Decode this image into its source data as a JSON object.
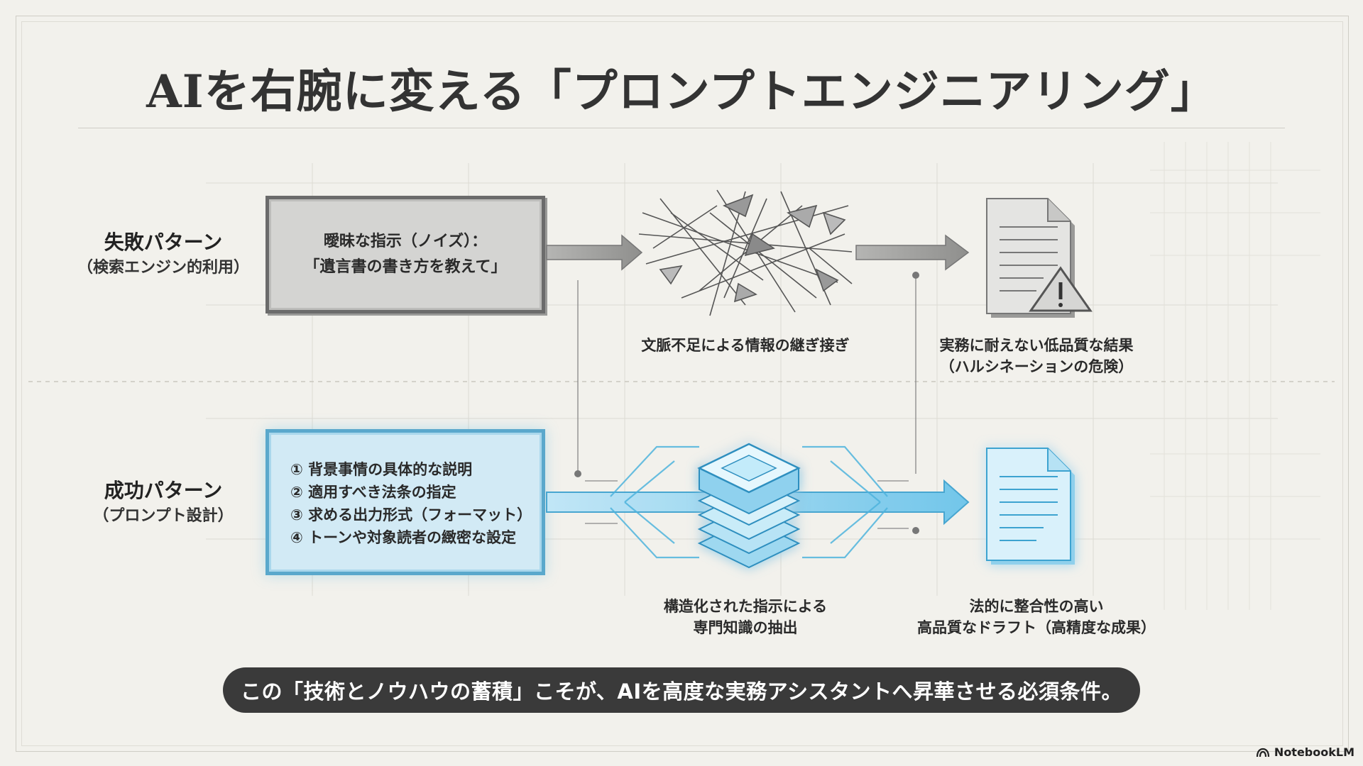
{
  "title": "AIを右腕に変える「プロンプトエンジニアリング」",
  "failure": {
    "label": "失敗パターン",
    "sublabel": "（検索エンジン的利用）",
    "box_lines": [
      "曖昧な指示（ノイズ）：",
      "「遺言書の書き方を教えて」"
    ],
    "caption_middle": "文脈不足による情報の継ぎ接ぎ",
    "caption_right": [
      "実務に耐えない低品質な結果",
      "（ハルシネーションの危険）"
    ]
  },
  "success": {
    "label": "成功パターン",
    "sublabel": "（プロンプト設計）",
    "box_lines": [
      "① 背景事情の具体的な説明",
      "② 適用すべき法条の指定",
      "③ 求める出力形式（フォーマット）",
      "④ トーンや対象読者の緻密な設定"
    ],
    "caption_middle": [
      "構造化された指示による",
      "専門知識の抽出"
    ],
    "caption_right": [
      "法的に整合性の高い",
      "高品質なドラフト（高精度な成果）"
    ]
  },
  "footer": "この「技術とノウハウの蓄積」こそが、AIを高度な実務アシスタントへ昇華させる必須条件。",
  "watermark": "NotebookLM",
  "colors": {
    "background": "#f2f1ec",
    "failure_gray": "#6b6b6b",
    "success_blue": "#5aa8cc",
    "footer_bar": "#3a3a3a"
  },
  "icons": [
    "shattered-lines-icon",
    "document-icon",
    "warning-icon",
    "layered-stack-icon",
    "notebooklm-logo-icon"
  ]
}
